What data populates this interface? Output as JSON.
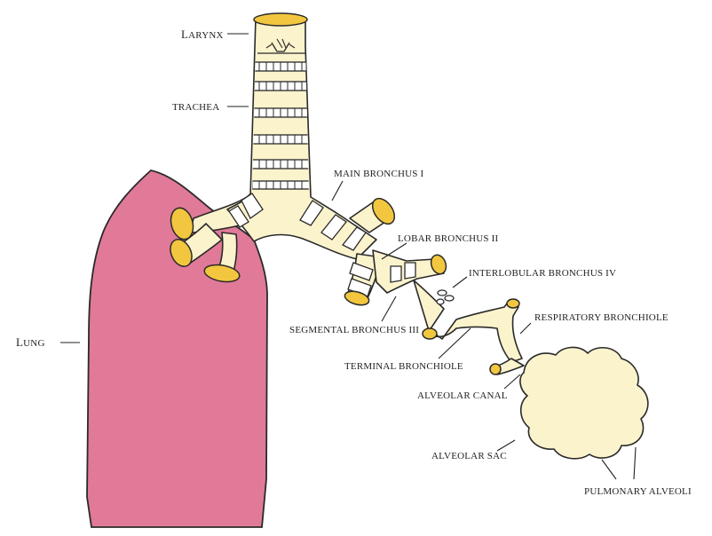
{
  "diagram": {
    "colors": {
      "lung_fill": "#e07a98",
      "airway_fill": "#fbf3cc",
      "opening_fill": "#f3c640",
      "outline": "#2a2a2a"
    },
    "labels": {
      "larynx_cap": "L",
      "larynx_rest": "ARYNX",
      "trachea": "TRACHEA",
      "main_bronchus": "MAIN BRONCHUS I",
      "lobar_bronchus": "LOBAR BRONCHUS II",
      "interlobular_bronchus": "INTERLOBULAR BRONCHUS IV",
      "segmental_bronchus": "SEGMENTAL BRONCHUS III",
      "respiratory_bronchiole": "RESPIRATORY BRONCHIOLE",
      "terminal_bronchiole": "TERMINAL BRONCHIOLE",
      "alveolar_canal": "ALVEOLAR CANAL",
      "alveolar_sac": "ALVEOLAR SAC",
      "pulmonary_alveoli": "PULMONARY ALVEOLI",
      "lung_cap": "L",
      "lung_rest": "UNG"
    }
  }
}
